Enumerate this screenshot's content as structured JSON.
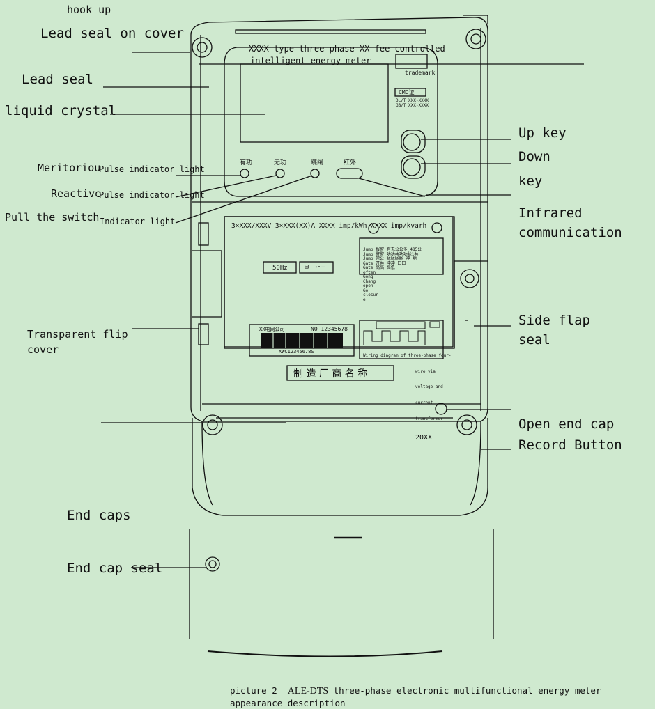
{
  "callouts": {
    "hook_up": "hook up",
    "lead_seal_on_cover": "Lead seal on cover",
    "lead_seal": "Lead seal",
    "liquid_crystal": "liquid crystal",
    "meritorious": "Meritoriou",
    "pulse_indicator_light_1": "Pulse indicator light",
    "reactive": "Reactive",
    "pulse_indicator_light_2": "Pulse indicator light",
    "pull_the_switch": "Pull the switch",
    "indicator_light": "Indicator light",
    "transparent_flip_cover_1": "Transparent flip",
    "transparent_flip_cover_2": "cover",
    "end_caps": "End caps",
    "end_cap_seal": "End cap seal",
    "up_key": "Up key",
    "down_key_1": "Down",
    "down_key_2": "key",
    "infrared_1": "Infrared",
    "infrared_2": "communication",
    "side_flap_seal_1": "Side flap",
    "side_flap_seal_2": "seal",
    "open_end_cap": "Open end cap",
    "record_button": "Record Button"
  },
  "meter": {
    "title_line1": "XXXX type three-phase XX fee-controlled",
    "title_line2": "intelligent energy meter",
    "trademark": "trademark",
    "cmc": "CMC证",
    "standard1": "DL/T XXX-XXXX",
    "standard2": "GB/T XXX-XXXX",
    "led_active": "有功",
    "led_reactive": "无功",
    "led_trip": "跳闸",
    "led_infrared": "红外",
    "rating": "3×XXX/XXXV  3×XXX(XX)A  XXXX imp/kWh  XXXX imp/kvarh",
    "frequency": "50Hz",
    "company": "XX电网公司",
    "serial_no": "NO 12345678",
    "barcode_text": "XWC12345678S",
    "wiring_caption": "Wiring diagram of three-phase four-",
    "manufacturer": "制 造 厂 商 名 称",
    "side_note_1": "wire via",
    "side_note_2": "voltage and",
    "side_note_3": "current",
    "side_note_4": "transformer",
    "year": "20XX"
  },
  "terminal_table": {
    "rows": [
      [
        "Jump",
        "报警",
        "有无公公多 485公"
      ],
      [
        "Jump",
        "警警",
        "功功共功功脉1共"
      ],
      [
        "Jump",
        "常公",
        "脉脉脉脉 冲 地"
      ],
      [
        "Gate",
        "开共",
        "冲冲 口口"
      ],
      [
        "Gate",
        "",
        "高高 高低"
      ]
    ],
    "extra_lines": [
      "often",
      "Gong",
      "Chang",
      "open",
      "Go",
      "closur",
      "e"
    ]
  },
  "caption": {
    "prefix": "picture 2",
    "model": "ALE-DTS",
    "line1_rest": "three-phase electronic multifunctional energy meter",
    "line2": "appearance description"
  }
}
